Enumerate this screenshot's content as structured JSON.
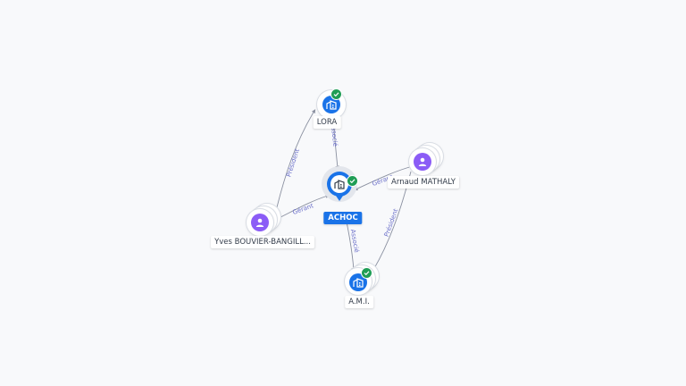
{
  "nodes": [
    {
      "id": "achoc",
      "label": "ACHOC",
      "type": "company",
      "main": true,
      "verified": true
    },
    {
      "id": "lora",
      "label": "LORA",
      "type": "company",
      "verified": true
    },
    {
      "id": "arnaud",
      "label": "Arnaud MATHALY",
      "type": "person"
    },
    {
      "id": "yves",
      "label": "Yves BOUVIER-BANGILL...",
      "type": "person"
    },
    {
      "id": "ami",
      "label": "A.M.I.",
      "type": "company",
      "verified": true
    }
  ],
  "edges": [
    {
      "id": "lora-achoc",
      "label": "Associé"
    },
    {
      "id": "yves-lora",
      "label": "Président"
    },
    {
      "id": "yves-achoc",
      "label": "Gérant"
    },
    {
      "id": "arnaud-achoc",
      "label": "Gérant"
    },
    {
      "id": "achoc-ami",
      "label": "Associé"
    },
    {
      "id": "arnaud-ami",
      "label": "Président"
    }
  ],
  "colors": {
    "company": "#1a73e8",
    "person": "#8b5cf6",
    "verified": "#1f9d55",
    "edge": "#8a90a0",
    "edge_label": "#6a6fc9"
  },
  "icons": {
    "company": "building-icon",
    "person": "person-icon",
    "verified": "check-badge-icon"
  }
}
